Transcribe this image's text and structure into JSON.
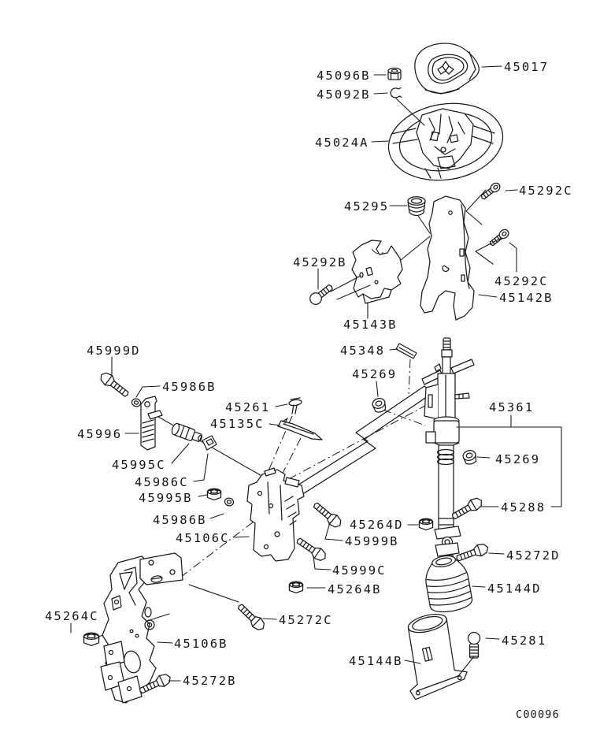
{
  "diagram": {
    "drawing_code": "C00096",
    "labels": [
      {
        "text": "45096B"
      },
      {
        "text": "45092B"
      },
      {
        "text": "45017"
      },
      {
        "text": "45024A"
      },
      {
        "text": "45292C"
      },
      {
        "text": "45295"
      },
      {
        "text": "45292B"
      },
      {
        "text": "45292C"
      },
      {
        "text": "45142B"
      },
      {
        "text": "45143B"
      },
      {
        "text": "45999D"
      },
      {
        "text": "45348"
      },
      {
        "text": "45269"
      },
      {
        "text": "45986B"
      },
      {
        "text": "45261"
      },
      {
        "text": "45361"
      },
      {
        "text": "45135C"
      },
      {
        "text": "45996"
      },
      {
        "text": "45269"
      },
      {
        "text": "45995C"
      },
      {
        "text": "45986C"
      },
      {
        "text": "45995B"
      },
      {
        "text": "45288"
      },
      {
        "text": "45986B"
      },
      {
        "text": "45264D"
      },
      {
        "text": "45106C"
      },
      {
        "text": "45999B"
      },
      {
        "text": "45272D"
      },
      {
        "text": "45999C"
      },
      {
        "text": "45264B"
      },
      {
        "text": "45144D"
      },
      {
        "text": "45264C"
      },
      {
        "text": "45272C"
      },
      {
        "text": "45281"
      },
      {
        "text": "45106B"
      },
      {
        "text": "45144B"
      },
      {
        "text": "45272B"
      },
      {
        "text": "C00096"
      }
    ]
  }
}
